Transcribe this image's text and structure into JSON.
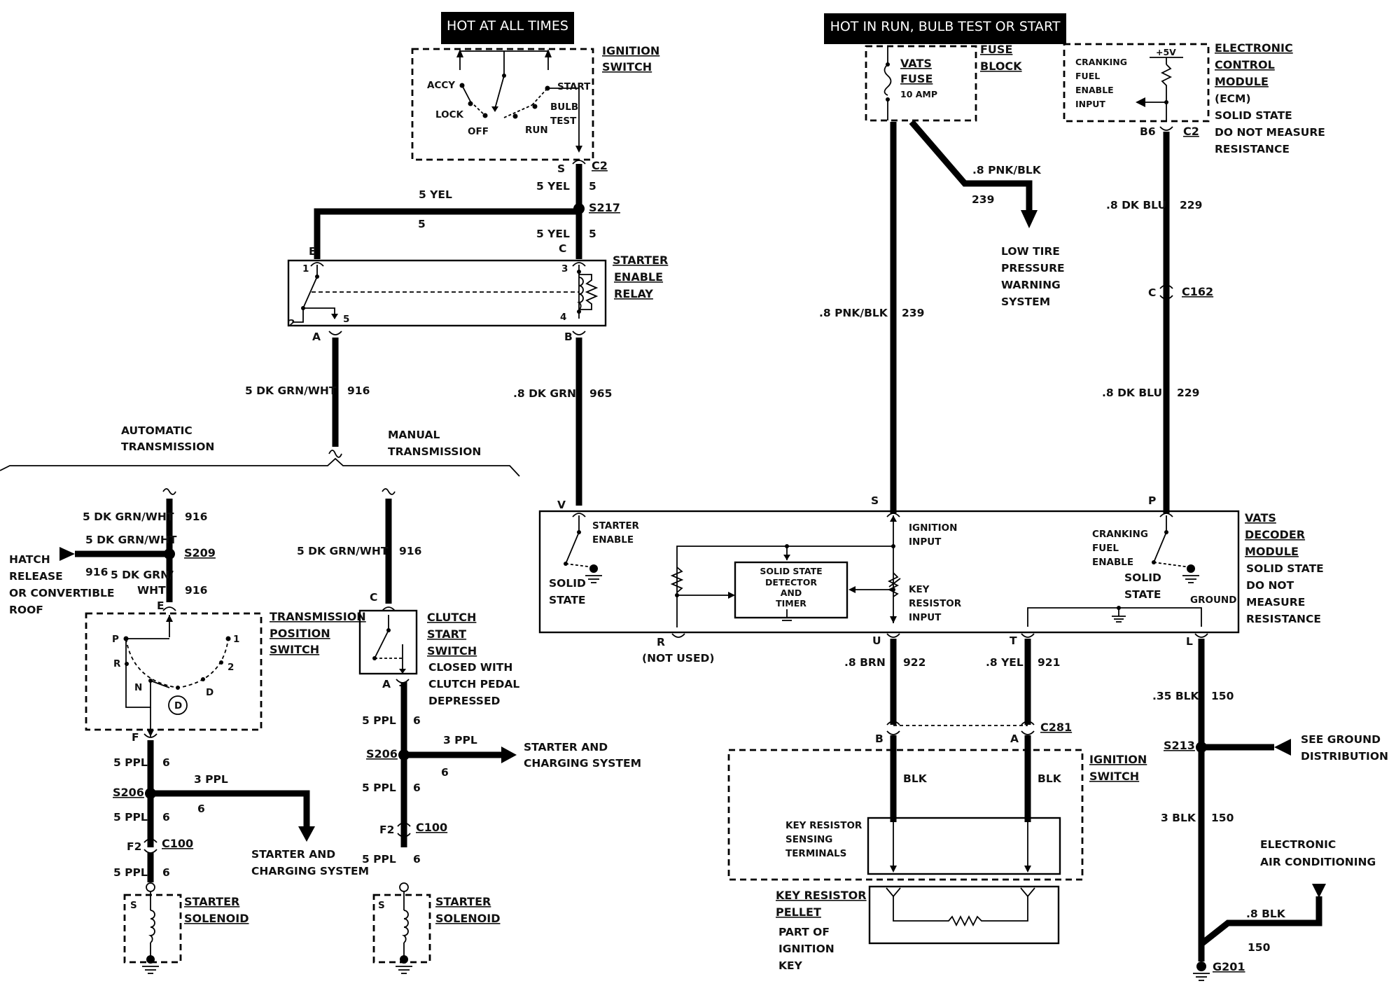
{
  "headers": {
    "hot_at_all_times": "HOT AT ALL TIMES",
    "hot_in_run": "HOT IN RUN, BULB TEST OR START"
  },
  "ignition_switch_top": {
    "name": [
      "IGNITION",
      "SWITCH"
    ],
    "positions": [
      "ACCY",
      "LOCK",
      "OFF",
      "RUN",
      "BULB",
      "TEST",
      "START"
    ],
    "pin": "S",
    "connector": "C2"
  },
  "fuse_block": {
    "name": [
      "FUSE",
      "BLOCK"
    ],
    "fuse_name": [
      "VATS",
      "FUSE"
    ],
    "rating": "10 AMP"
  },
  "ecm": {
    "name": [
      "ELECTRONIC",
      "CONTROL",
      "MODULE"
    ],
    "abbr": "(ECM)",
    "note": [
      "SOLID STATE",
      "DO NOT MEASURE",
      "RESISTANCE"
    ],
    "input": [
      "CRANKING",
      "FUEL",
      "ENABLE",
      "INPUT"
    ],
    "supply": "+5V",
    "pin": "B6",
    "connector": "C2"
  },
  "wires": {
    "yel_5": "5 YEL",
    "circuit_5": "5",
    "splice_s217": "S217",
    "pnk_blk": ".8 PNK/BLK",
    "circuit_239": "239",
    "dk_blu": ".8 DK BLU",
    "circuit_229": "229",
    "connector_c162": "C162",
    "dk_grn_wht": "5 DK GRN/WHT",
    "circuit_916": "916",
    "dk_grn": ".8 DK GRN",
    "circuit_965": "965",
    "dk_grn_wht_split": [
      "5 DK GRN/",
      "WHT"
    ],
    "splice_s209": "S209",
    "ppl": "5 PPL",
    "ppl3": "3 PPL",
    "circuit_6": "6",
    "splice_s206": "S206",
    "connector_c100": "C100",
    "pin_f2": "F2",
    "brn": ".8 BRN",
    "circuit_922": "922",
    "yel_8": ".8 YEL",
    "circuit_921": "921",
    "connector_c281": "C281",
    "blk": "BLK",
    "blk_035": ".35 BLK",
    "circuit_150": "150",
    "splice_s213": "S213",
    "blk_3": "3 BLK",
    "blk_08": ".8 BLK",
    "ground_g201": "G201"
  },
  "low_tire": [
    "LOW TIRE",
    "PRESSURE",
    "WARNING",
    "SYSTEM"
  ],
  "relay": {
    "name": [
      "STARTER",
      "ENABLE",
      "RELAY"
    ],
    "pins": [
      "1",
      "2",
      "3",
      "4",
      "5"
    ]
  },
  "transmission": {
    "automatic": [
      "AUTOMATIC",
      "TRANSMISSION"
    ],
    "manual": [
      "MANUAL",
      "TRANSMISSION"
    ]
  },
  "hatch_release": [
    "HATCH",
    "RELEASE",
    "OR CONVERTIBLE",
    "ROOF"
  ],
  "trans_switch": {
    "name": [
      "TRANSMISSION",
      "POSITION",
      "SWITCH"
    ],
    "positions": [
      "P",
      "R",
      "N",
      "D",
      "2",
      "1"
    ],
    "circled": "D"
  },
  "clutch_switch": {
    "name": [
      "CLUTCH",
      "START",
      "SWITCH"
    ],
    "note": [
      "CLOSED WITH",
      "CLUTCH PEDAL",
      "DEPRESSED"
    ]
  },
  "starter_charging": [
    "STARTER AND",
    "CHARGING SYSTEM"
  ],
  "starter_solenoid": [
    "STARTER",
    "SOLENOID"
  ],
  "vats": {
    "name": [
      "VATS",
      "DECODER",
      "MODULE"
    ],
    "note": [
      "SOLID STATE",
      "DO NOT",
      "MEASURE",
      "RESISTANCE"
    ],
    "starter_enable": [
      "STARTER",
      "ENABLE"
    ],
    "solid_state": [
      "SOLID",
      "STATE"
    ],
    "ignition_input": [
      "IGNITION",
      "INPUT"
    ],
    "detector": [
      "SOLID STATE",
      "DETECTOR",
      "AND",
      "TIMER"
    ],
    "key_resistor_input": [
      "KEY",
      "RESISTOR",
      "INPUT"
    ],
    "cranking": [
      "CRANKING",
      "FUEL",
      "ENABLE"
    ],
    "ground": "GROUND",
    "not_used": "(NOT USED)"
  },
  "pins": {
    "a": "A",
    "b": "B",
    "c": "C",
    "e": "E",
    "f": "F",
    "l": "L",
    "p": "P",
    "r": "R",
    "s": "S",
    "t": "T",
    "u": "U",
    "v": "V"
  },
  "ignition_switch_bottom": {
    "name": [
      "IGNITION",
      "SWITCH"
    ],
    "terminals": [
      "KEY RESISTOR",
      "SENSING",
      "TERMINALS"
    ]
  },
  "key_pellet": {
    "name": [
      "KEY RESISTOR",
      "PELLET"
    ],
    "note": [
      "PART OF",
      "IGNITION",
      "KEY"
    ]
  },
  "see_ground": [
    "SEE GROUND",
    "DISTRIBUTION"
  ],
  "eac": [
    "ELECTRONIC",
    "AIR CONDITIONING"
  ]
}
